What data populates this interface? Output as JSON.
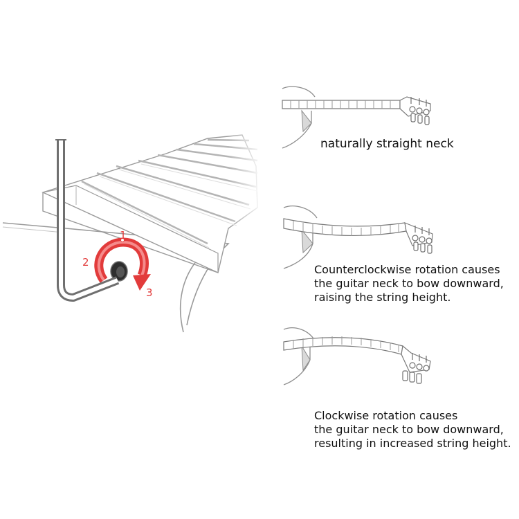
{
  "captions": {
    "straight": "naturally straight neck",
    "counterclockwise": [
      "Counterclockwise rotation causes",
      "the guitar neck to bow downward,",
      "raising the string height."
    ],
    "clockwise": [
      "Clockwise rotation causes",
      "the guitar neck to bow downward,",
      "resulting in increased string height."
    ]
  },
  "rotation_steps": [
    "1",
    "2",
    "3"
  ],
  "colors": {
    "arrow": "#e23b3b",
    "outline": "#8c8c8c",
    "wrench": "#6f6f6f",
    "fret": "#b8b8b8"
  }
}
